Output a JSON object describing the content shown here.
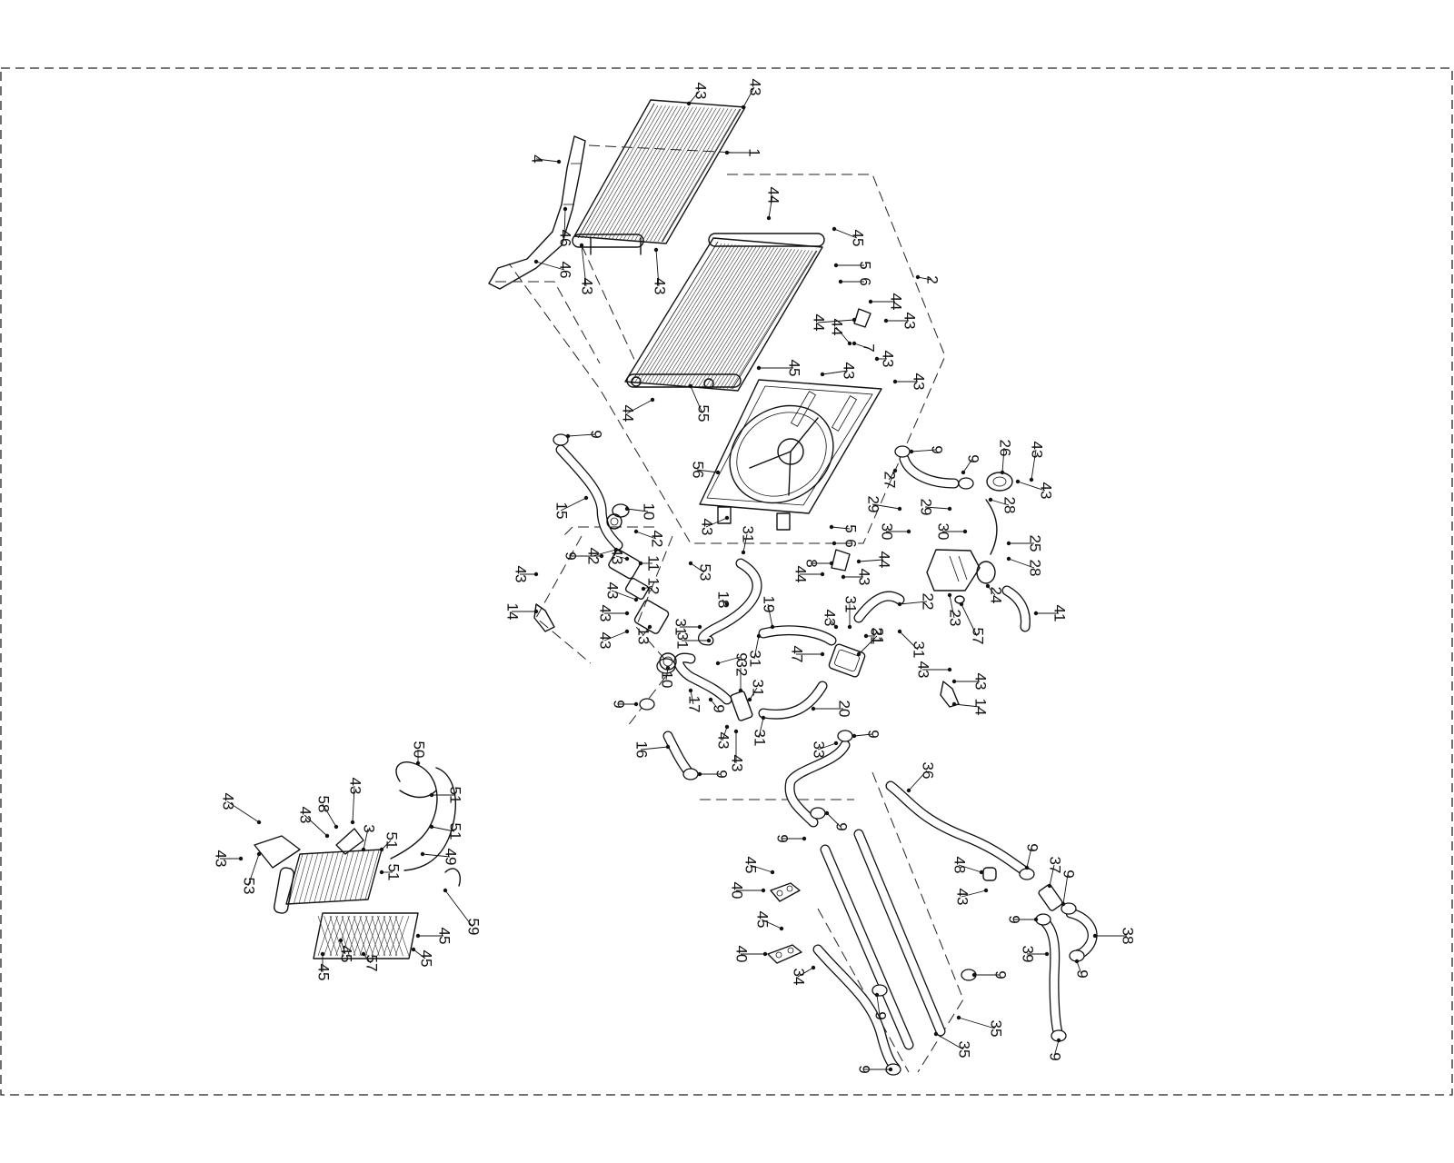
{
  "diagram": {
    "callouts": [
      {
        "id": "c-43-a",
        "text": "43",
        "rot": 90
      },
      {
        "id": "c-43-b",
        "text": "43",
        "rot": 90
      },
      {
        "id": "c-1",
        "text": "1",
        "rot": 90
      },
      {
        "id": "c-4",
        "text": "4",
        "rot": 90
      },
      {
        "id": "c-44-a",
        "text": "44",
        "rot": 90
      },
      {
        "id": "c-45-a",
        "text": "45",
        "rot": 90
      },
      {
        "id": "c-2",
        "text": "2",
        "rot": 90
      },
      {
        "id": "c-46-a",
        "text": "46",
        "rot": 90
      },
      {
        "id": "c-46-b",
        "text": "46",
        "rot": 90
      },
      {
        "id": "c-43-c",
        "text": "43",
        "rot": 90
      },
      {
        "id": "c-43-d",
        "text": "43",
        "rot": 90
      },
      {
        "id": "c-5-a",
        "text": "5",
        "rot": 90
      },
      {
        "id": "c-6-a",
        "text": "6",
        "rot": 90
      },
      {
        "id": "c-44-b",
        "text": "44",
        "rot": 90
      },
      {
        "id": "c-43-e",
        "text": "43",
        "rot": 90
      },
      {
        "id": "c-44-c",
        "text": "44",
        "rot": 90
      },
      {
        "id": "c-44-d",
        "text": "44",
        "rot": 90
      },
      {
        "id": "c-7",
        "text": "7",
        "rot": 90
      },
      {
        "id": "c-43-f",
        "text": "43",
        "rot": 90
      },
      {
        "id": "c-45-b",
        "text": "45",
        "rot": 90
      },
      {
        "id": "c-43-g",
        "text": "43",
        "rot": 90
      },
      {
        "id": "c-43-h",
        "text": "43",
        "rot": 90
      },
      {
        "id": "c-44-e",
        "text": "44",
        "rot": 90
      },
      {
        "id": "c-55",
        "text": "55",
        "rot": 90
      },
      {
        "id": "c-56",
        "text": "56",
        "rot": 90
      },
      {
        "id": "c-9-a",
        "text": "9",
        "rot": 90
      },
      {
        "id": "c-9-b",
        "text": "9",
        "rot": 90
      },
      {
        "id": "c-9-c",
        "text": "9",
        "rot": 90
      },
      {
        "id": "c-26",
        "text": "26",
        "rot": 90
      },
      {
        "id": "c-43-i",
        "text": "43",
        "rot": 90
      },
      {
        "id": "c-27",
        "text": "27",
        "rot": 90
      },
      {
        "id": "c-43-j",
        "text": "43",
        "rot": 90
      },
      {
        "id": "c-28-a",
        "text": "28",
        "rot": 90
      },
      {
        "id": "c-15",
        "text": "15",
        "rot": 90
      },
      {
        "id": "c-10-a",
        "text": "10",
        "rot": 90
      },
      {
        "id": "c-29-a",
        "text": "29",
        "rot": 90
      },
      {
        "id": "c-29-b",
        "text": "29",
        "rot": 90
      },
      {
        "id": "c-30-a",
        "text": "30",
        "rot": 90
      },
      {
        "id": "c-30-b",
        "text": "30",
        "rot": 90
      },
      {
        "id": "c-25",
        "text": "25",
        "rot": 90
      },
      {
        "id": "c-28-b",
        "text": "28",
        "rot": 90
      },
      {
        "id": "c-42-a",
        "text": "42",
        "rot": 90
      },
      {
        "id": "c-9-d",
        "text": "9",
        "rot": 90
      },
      {
        "id": "c-42-b",
        "text": "42",
        "rot": 90
      },
      {
        "id": "c-43-k",
        "text": "43",
        "rot": 90
      },
      {
        "id": "c-11",
        "text": "11",
        "rot": 90
      },
      {
        "id": "c-53-a",
        "text": "53",
        "rot": 90
      },
      {
        "id": "c-43-l",
        "text": "43",
        "rot": 90
      },
      {
        "id": "c-31-a",
        "text": "31",
        "rot": 90
      },
      {
        "id": "c-43-m",
        "text": "43",
        "rot": 90
      },
      {
        "id": "c-5-b",
        "text": "5",
        "rot": 90
      },
      {
        "id": "c-6-b",
        "text": "6",
        "rot": 90
      },
      {
        "id": "c-8",
        "text": "8",
        "rot": 90
      },
      {
        "id": "c-44-f",
        "text": "44",
        "rot": 90
      },
      {
        "id": "c-44-g",
        "text": "44",
        "rot": 90
      },
      {
        "id": "c-43-n",
        "text": "43",
        "rot": 90
      },
      {
        "id": "c-12",
        "text": "12",
        "rot": 90
      },
      {
        "id": "c-14-a",
        "text": "14",
        "rot": 90
      },
      {
        "id": "c-43-o",
        "text": "43",
        "rot": 90
      },
      {
        "id": "c-18",
        "text": "18",
        "rot": 90
      },
      {
        "id": "c-19",
        "text": "19",
        "rot": 90
      },
      {
        "id": "c-22",
        "text": "22",
        "rot": 90
      },
      {
        "id": "c-23",
        "text": "23",
        "rot": 90
      },
      {
        "id": "c-24",
        "text": "24",
        "rot": 90
      },
      {
        "id": "c-57",
        "text": "57",
        "rot": 90
      },
      {
        "id": "c-41",
        "text": "41",
        "rot": 90
      },
      {
        "id": "c-43-p",
        "text": "43",
        "rot": 90
      },
      {
        "id": "c-43-q",
        "text": "43",
        "rot": 90
      },
      {
        "id": "c-13",
        "text": "13",
        "rot": 90
      },
      {
        "id": "c-31-b",
        "text": "31",
        "rot": 90
      },
      {
        "id": "c-31-c",
        "text": "31",
        "rot": 90
      },
      {
        "id": "c-9-e",
        "text": "9",
        "rot": 90
      },
      {
        "id": "c-31-d",
        "text": "31",
        "rot": 90
      },
      {
        "id": "c-47",
        "text": "47",
        "rot": 90
      },
      {
        "id": "c-43-r",
        "text": "43",
        "rot": 90
      },
      {
        "id": "c-31-e",
        "text": "31",
        "rot": 90
      },
      {
        "id": "c-21",
        "text": "21",
        "rot": 90
      },
      {
        "id": "c-31-f",
        "text": "31",
        "rot": 90
      },
      {
        "id": "c-31-g",
        "text": "31",
        "rot": 90
      },
      {
        "id": "c-43-s",
        "text": "43",
        "rot": 90
      },
      {
        "id": "c-43-t",
        "text": "43",
        "rot": 90
      },
      {
        "id": "c-14-b",
        "text": "14",
        "rot": 90
      },
      {
        "id": "c-10-b",
        "text": "10",
        "rot": 90
      },
      {
        "id": "c-32",
        "text": "32",
        "rot": 90
      },
      {
        "id": "c-31-h",
        "text": "31",
        "rot": 90
      },
      {
        "id": "c-17",
        "text": "17",
        "rot": 90
      },
      {
        "id": "c-9-f",
        "text": "9",
        "rot": 90
      },
      {
        "id": "c-20",
        "text": "20",
        "rot": 90
      },
      {
        "id": "c-9-g",
        "text": "9",
        "rot": 90
      },
      {
        "id": "c-43-u",
        "text": "43",
        "rot": 90
      },
      {
        "id": "c-43-v",
        "text": "43",
        "rot": 90
      },
      {
        "id": "c-31-i",
        "text": "31",
        "rot": 90
      },
      {
        "id": "c-9-h",
        "text": "9",
        "rot": 90
      },
      {
        "id": "c-16",
        "text": "16",
        "rot": 90
      },
      {
        "id": "c-9-i",
        "text": "9",
        "rot": 90
      },
      {
        "id": "c-33",
        "text": "33",
        "rot": 90
      },
      {
        "id": "c-36",
        "text": "36",
        "rot": 90
      },
      {
        "id": "c-9-j",
        "text": "9",
        "rot": 90
      },
      {
        "id": "c-9-k",
        "text": "9",
        "rot": 90
      },
      {
        "id": "c-45-c",
        "text": "45",
        "rot": 90
      },
      {
        "id": "c-40-a",
        "text": "40",
        "rot": 90
      },
      {
        "id": "c-48",
        "text": "48",
        "rot": 90
      },
      {
        "id": "c-43-w",
        "text": "43",
        "rot": 90
      },
      {
        "id": "c-9-l",
        "text": "9",
        "rot": 90
      },
      {
        "id": "c-37",
        "text": "37",
        "rot": 90
      },
      {
        "id": "c-9-m",
        "text": "9",
        "rot": 90
      },
      {
        "id": "c-9-n",
        "text": "9",
        "rot": 90
      },
      {
        "id": "c-38",
        "text": "38",
        "rot": 90
      },
      {
        "id": "c-45-d",
        "text": "45",
        "rot": 90
      },
      {
        "id": "c-40-b",
        "text": "40",
        "rot": 90
      },
      {
        "id": "c-39",
        "text": "39",
        "rot": 90
      },
      {
        "id": "c-9-o",
        "text": "9",
        "rot": 90
      },
      {
        "id": "c-34",
        "text": "34",
        "rot": 90
      },
      {
        "id": "c-9-p",
        "text": "9",
        "rot": 90
      },
      {
        "id": "c-9-q",
        "text": "9",
        "rot": 90
      },
      {
        "id": "c-35-a",
        "text": "35",
        "rot": 90
      },
      {
        "id": "c-35-b",
        "text": "35",
        "rot": 90
      },
      {
        "id": "c-9-r",
        "text": "9",
        "rot": 90
      },
      {
        "id": "c-9-s",
        "text": "9",
        "rot": 90
      },
      {
        "id": "c-50",
        "text": "50",
        "rot": 90
      },
      {
        "id": "c-51-a",
        "text": "51",
        "rot": 90
      },
      {
        "id": "c-51-b",
        "text": "51",
        "rot": 90
      },
      {
        "id": "c-43-x",
        "text": "43",
        "rot": 90
      },
      {
        "id": "c-58",
        "text": "58",
        "rot": 90
      },
      {
        "id": "c-43-y",
        "text": "43",
        "rot": 90
      },
      {
        "id": "c-3",
        "text": "3",
        "rot": 90
      },
      {
        "id": "c-51-c",
        "text": "51",
        "rot": 90
      },
      {
        "id": "c-49",
        "text": "49",
        "rot": 90
      },
      {
        "id": "c-43-z",
        "text": "43",
        "rot": 90
      },
      {
        "id": "c-53-b",
        "text": "53",
        "rot": 90
      },
      {
        "id": "c-43-aa",
        "text": "43",
        "rot": 90
      },
      {
        "id": "c-51-d",
        "text": "51",
        "rot": 90
      },
      {
        "id": "c-59",
        "text": "59",
        "rot": 90
      },
      {
        "id": "c-45-e",
        "text": "45",
        "rot": 90
      },
      {
        "id": "c-45-f",
        "text": "45",
        "rot": 90
      },
      {
        "id": "c-45-g",
        "text": "45",
        "rot": 90
      },
      {
        "id": "c-57-b",
        "text": "57",
        "rot": 90
      },
      {
        "id": "c-45-h",
        "text": "45",
        "rot": 90
      }
    ]
  }
}
